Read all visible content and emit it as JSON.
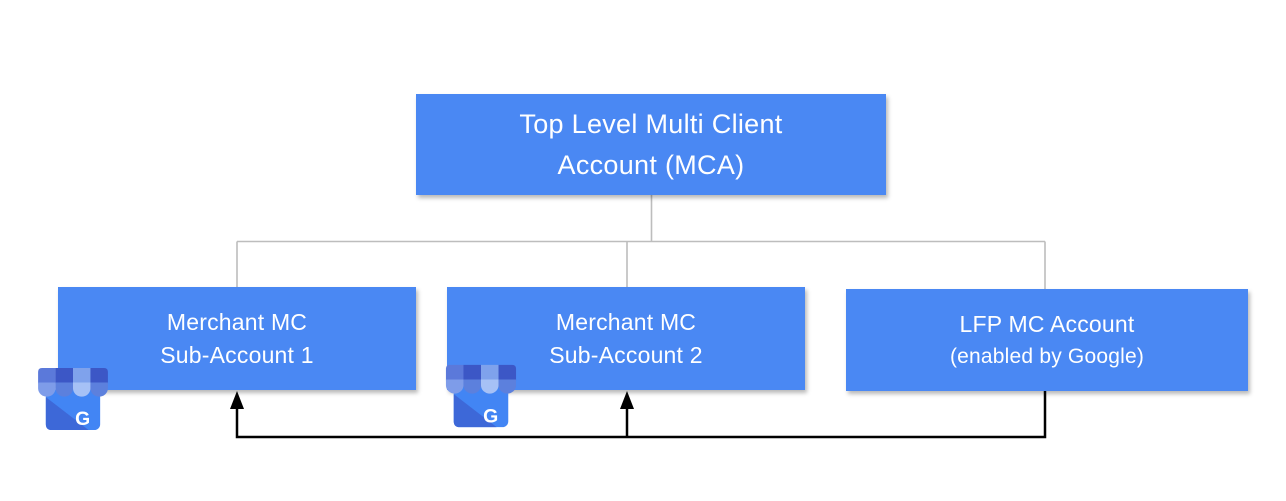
{
  "diagram": {
    "type": "org-hierarchy",
    "colors": {
      "canvas_bg": "#ffffff",
      "node_fill": "#4a88f3",
      "node_text": "#ffffff",
      "tree_line": "#bdbdbd",
      "flow_line": "#000000",
      "gmb_body": "#4285F4",
      "gmb_fold": "#3D68D8",
      "gmb_awning_tabs": [
        "#5B79DA",
        "#3C57C6",
        "#7FA2EC",
        "#3C57C6"
      ],
      "gmb_awning_scallops": [
        "#7E9CE9",
        "#5C80DD",
        "#A6C1F6",
        "#5C80DD"
      ]
    },
    "nodes": {
      "mca": {
        "line1": "Top Level Multi Client",
        "line2": "Account (MCA)"
      },
      "sub1": {
        "line1": "Merchant MC",
        "line2": "Sub-Account 1"
      },
      "sub2": {
        "line1": "Merchant MC",
        "line2": "Sub-Account 2"
      },
      "lfp": {
        "line1": "LFP MC Account",
        "line2": "(enabled by Google)"
      }
    },
    "edges": {
      "tree": [
        {
          "from": "mca",
          "to": "sub1"
        },
        {
          "from": "mca",
          "to": "sub2"
        },
        {
          "from": "mca",
          "to": "lfp"
        }
      ],
      "flow": [
        {
          "from": "lfp",
          "to": "sub1",
          "arrow": true
        },
        {
          "from": "lfp",
          "to": "sub2",
          "arrow": true
        }
      ]
    },
    "icons": [
      {
        "name": "google-my-business-icon",
        "letter": "G"
      },
      {
        "name": "google-my-business-icon",
        "letter": "G"
      }
    ]
  }
}
